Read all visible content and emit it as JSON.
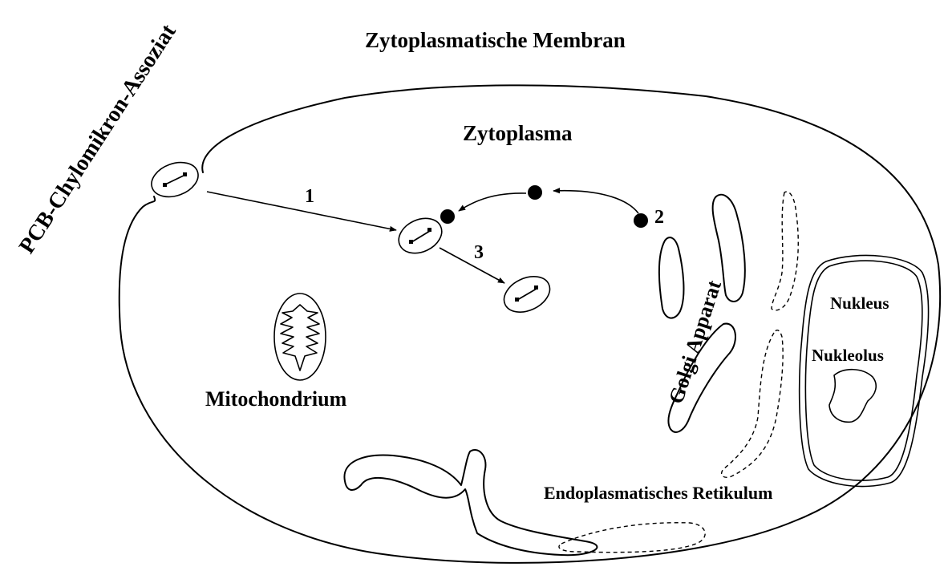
{
  "labels": {
    "membrane": "Zytoplasmatische Membran",
    "cytoplasm": "Zytoplasma",
    "pcb_complex": "PCB-Chylomikron-Assoziat",
    "mitochondrion": "Mitochondrium",
    "golgi": "Golgi Apparat",
    "nucleus": "Nukleus",
    "nucleolus": "Nukleolus",
    "er": "Endoplasmatisches Retikulum"
  },
  "steps": {
    "step1": "1",
    "step2": "2",
    "step3": "3"
  }
}
